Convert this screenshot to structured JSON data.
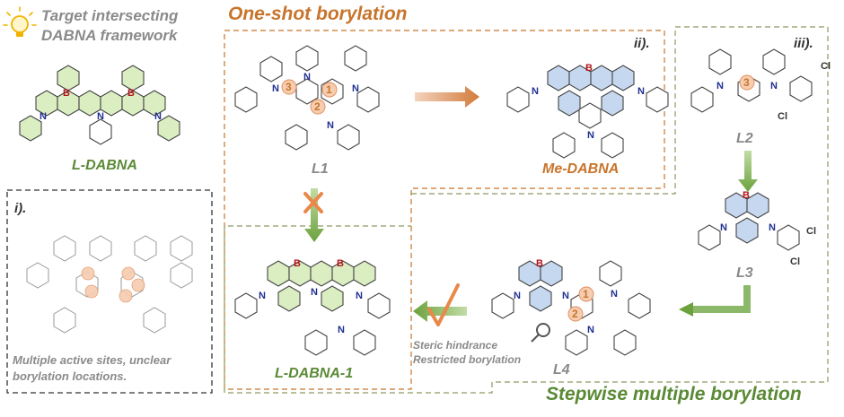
{
  "header": {
    "target_line1": "Target intersecting",
    "target_line2": "DABNA  framework",
    "one_shot_title": "One-shot borylation",
    "stepwise_title": "Stepwise multiple borylation"
  },
  "panels": {
    "i_label": "i).",
    "ii_label": "ii).",
    "iii_label": "iii).",
    "i_caption_line1": "Multiple active sites, unclear",
    "i_caption_line2": "borylation locations."
  },
  "molecules": {
    "l_dabna": "L-DABNA",
    "l1": "L1",
    "me_dabna": "Me-DABNA",
    "l2": "L2",
    "l3": "L3",
    "l4": "L4",
    "l_dabna_1": "L-DABNA-1"
  },
  "annotations": {
    "steric_line1": "Steric hindrance",
    "steric_line2": "Restricted borylation"
  },
  "atoms": {
    "boron": "B",
    "nitrogen": "N",
    "chlorine": "Cl"
  },
  "site_numbers": {
    "one": "1",
    "two": "2",
    "three": "3"
  },
  "colors": {
    "orange": "#c8742b",
    "green": "#5a8a35",
    "gray": "#8a8a8a",
    "boron_red": "#b0141c",
    "nitrogen_blue": "#1f2f8f",
    "ring_green_fill": "#dbeec2",
    "ring_blue_fill": "#c6d8f0",
    "site_fill": "#f6cdb0"
  },
  "icons": [
    "lightbulb-icon",
    "cross-icon",
    "check-icon",
    "magnifier-icon"
  ]
}
